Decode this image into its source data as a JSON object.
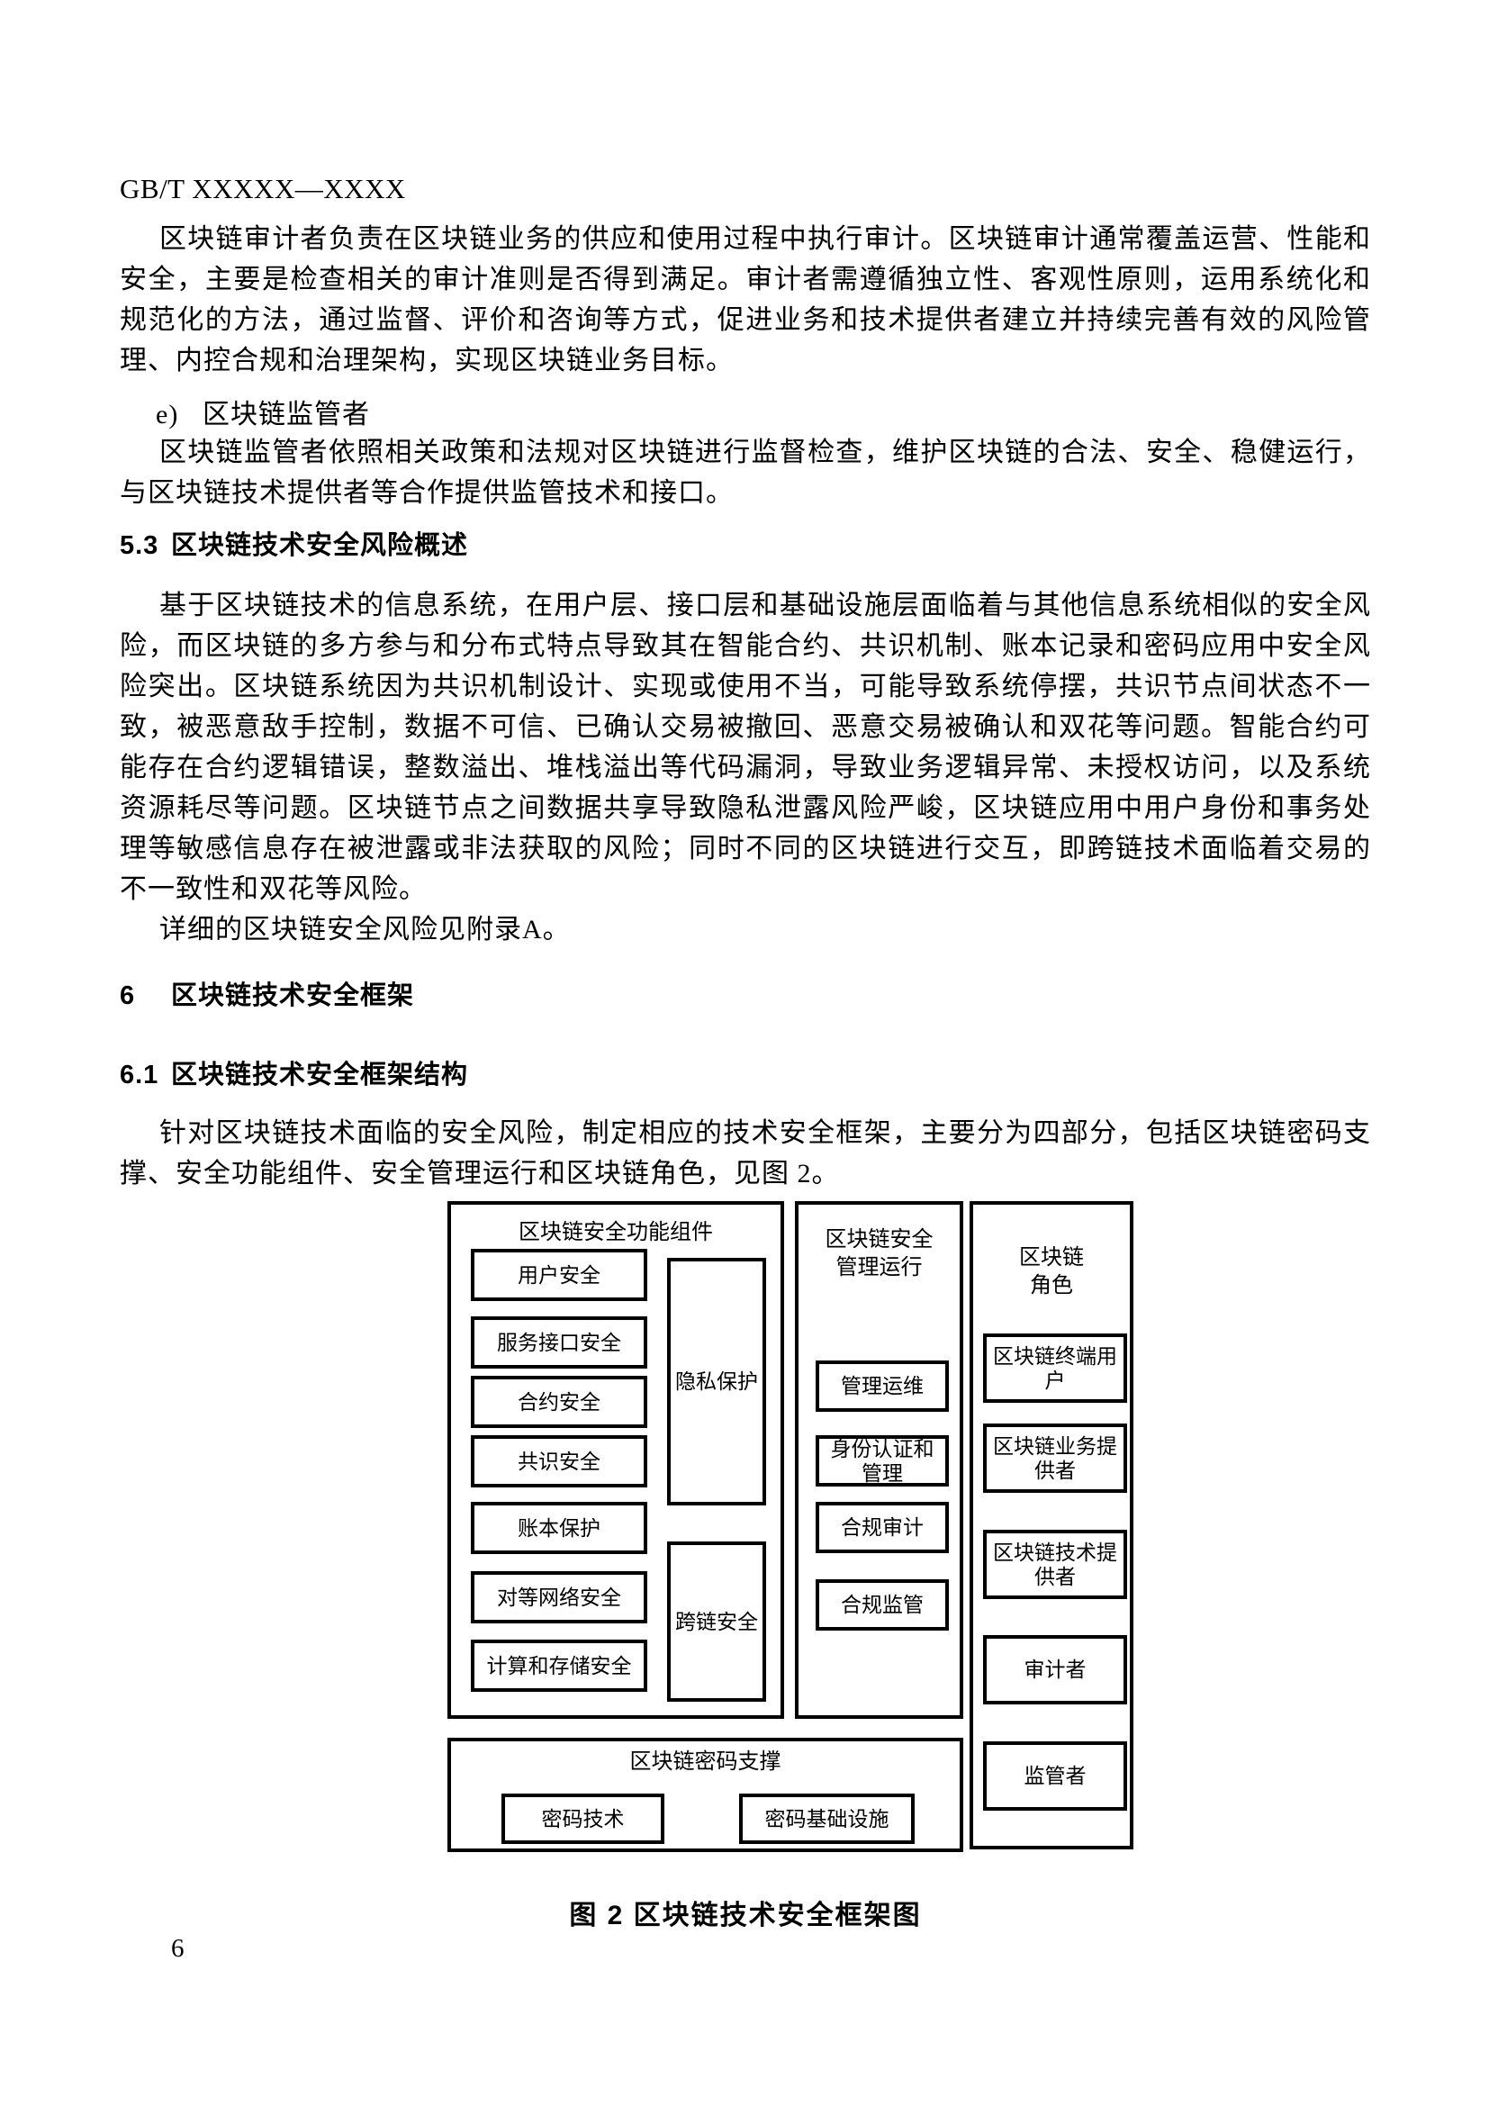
{
  "doc": {
    "code": "GB/T XXXXX—XXXX",
    "page_number": "6"
  },
  "body": {
    "para_auditor": "区块链审计者负责在区块链业务的供应和使用过程中执行审计。区块链审计通常覆盖运营、性能和安全，主要是检查相关的审计准则是否得到满足。审计者需遵循独立性、客观性原则，运用系统化和规范化的方法，通过监督、评价和咨询等方式，促进业务和技术提供者建立并持续完善有效的风险管理、内控合规和治理架构，实现区块链业务目标。",
    "list_e_marker": "e)",
    "list_e_text": "区块链监管者",
    "para_regulator": "区块链监管者依照相关政策和法规对区块链进行监督检查，维护区块链的合法、安全、稳健运行，与区块链技术提供者等合作提供监管技术和接口。",
    "heading_53_num": "5.3",
    "heading_53_text": "区块链技术安全风险概述",
    "para_risk": "基于区块链技术的信息系统，在用户层、接口层和基础设施层面临着与其他信息系统相似的安全风险，而区块链的多方参与和分布式特点导致其在智能合约、共识机制、账本记录和密码应用中安全风险突出。区块链系统因为共识机制设计、实现或使用不当，可能导致系统停摆，共识节点间状态不一致，被恶意敌手控制，数据不可信、已确认交易被撤回、恶意交易被确认和双花等问题。智能合约可能存在合约逻辑错误，整数溢出、堆栈溢出等代码漏洞，导致业务逻辑异常、未授权访问，以及系统资源耗尽等问题。区块链节点之间数据共享导致隐私泄露风险严峻，区块链应用中用户身份和事务处理等敏感信息存在被泄露或非法获取的风险；同时不同的区块链进行交互，即跨链技术面临着交易的不一致性和双花等风险。",
    "para_appendix": "详细的区块链安全风险见附录A。",
    "heading_6_num": "6",
    "heading_6_text": "区块链技术安全框架",
    "heading_61_num": "6.1",
    "heading_61_text": "区块链技术安全框架结构",
    "para_framework": "针对区块链技术面临的安全风险，制定相应的技术安全框架，主要分为四部分，包括区块链密码支撑、安全功能组件、安全管理运行和区块链角色，见图 2。"
  },
  "figure": {
    "caption": "图 2 区块链技术安全框架图",
    "components_panel": {
      "title": "区块链安全功能组件",
      "boxes": [
        "用户安全",
        "服务接口安全",
        "合约安全",
        "共识安全",
        "账本保护",
        "对等网络安全",
        "计算和存储安全"
      ],
      "privacy_box": "隐私保护",
      "crosschain_box": "跨链安全"
    },
    "management_panel": {
      "title": "区块链安全\n管理运行",
      "boxes": [
        "管理运维",
        "身份认证和\n管理",
        "合规审计",
        "合规监管"
      ]
    },
    "roles_panel": {
      "title": "区块链\n角色",
      "boxes": [
        "区块链终端用\n户",
        "区块链业务提\n供者",
        "区块链技术提\n供者",
        "审计者",
        "监管者"
      ]
    },
    "crypto_panel": {
      "title": "区块链密码支撑",
      "boxes": [
        "密码技术",
        "密码基础设施"
      ]
    }
  }
}
